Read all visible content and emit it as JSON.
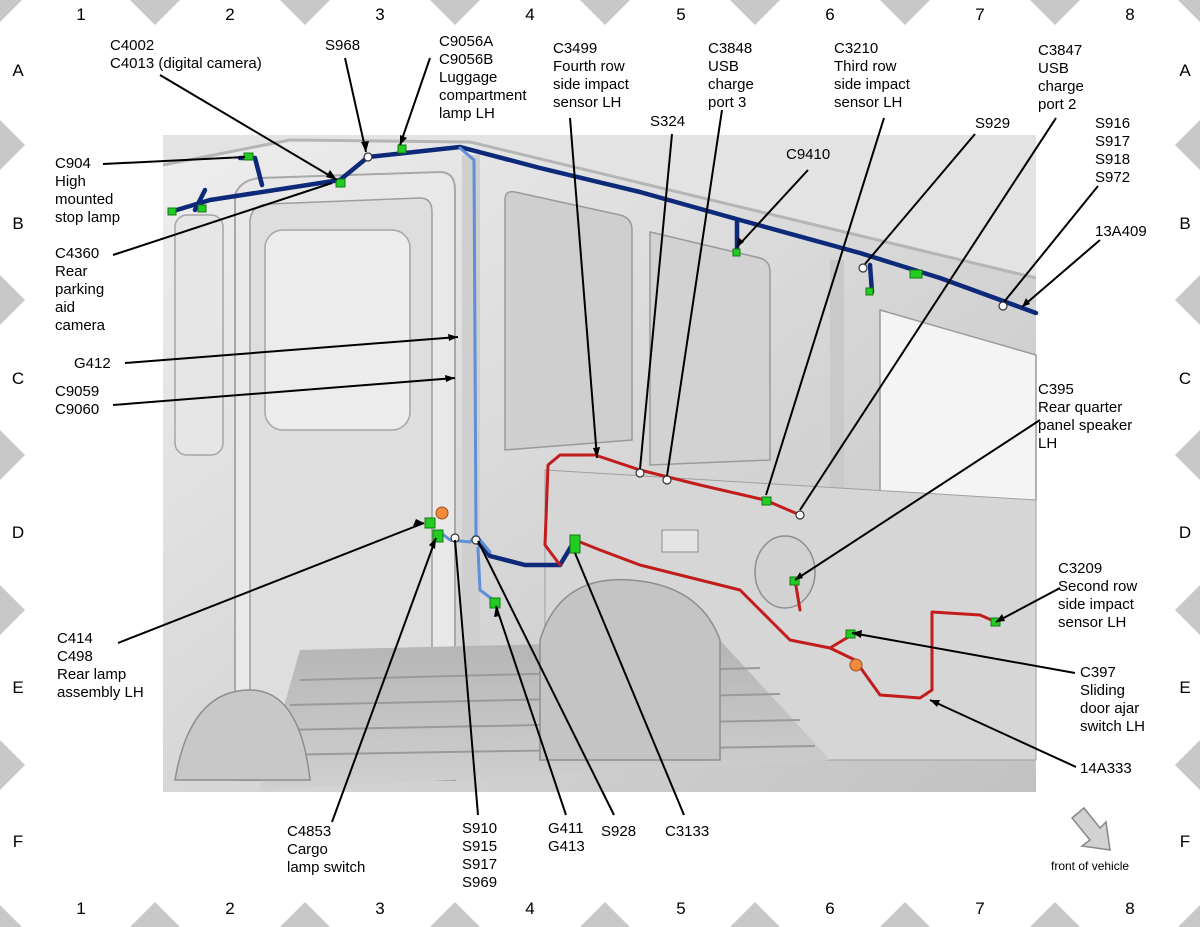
{
  "grid": {
    "columns": [
      "1",
      "2",
      "3",
      "4",
      "5",
      "6",
      "7",
      "8"
    ],
    "rows": [
      "A",
      "B",
      "C",
      "D",
      "E",
      "F"
    ]
  },
  "colors": {
    "overhead_harness": "#0d2a7a",
    "vertical_harness": "#5f8fd6",
    "floor_harness": "#c21c1c",
    "connector": "#22cc22",
    "splice": "#ffffff",
    "body_panel": "#d9d9d9",
    "border_diamond": "#c8c8c8"
  },
  "labels": {
    "c4002": "C4002\nC4013 (digital camera)",
    "s968": "S968",
    "c9056": "C9056A\nC9056B\nLuggage\ncompartment\nlamp LH",
    "c3499": "C3499\nFourth row\nside impact\nsensor LH",
    "c3848": "C3848\nUSB\ncharge\nport 3",
    "c3210": "C3210\nThird row\nside impact\nsensor LH",
    "c3847": "C3847\nUSB\ncharge\nport 2",
    "s324": "S324",
    "s929": "S929",
    "c9410": "C9410",
    "s916": "S916\nS917\nS918\nS972",
    "a13a409": "13A409",
    "c904": "C904\nHigh\nmounted\nstop lamp",
    "c4360": "C4360\nRear\nparking\naid\ncamera",
    "g412": "G412",
    "c9059": "C9059\nC9060",
    "c395": "C395\nRear quarter\npanel speaker\nLH",
    "c3209": "C3209\nSecond row\nside impact\nsensor LH",
    "c414": "C414\nC498\nRear lamp\nassembly LH",
    "c397": "C397\nSliding\ndoor ajar\nswitch LH",
    "a14a333": "14A333",
    "c4853": "C4853\nCargo\nlamp switch",
    "s910": "S910\nS915\nS917\nS969",
    "g411": "G411\nG413",
    "s928": "S928",
    "c3133": "C3133",
    "front_of_vehicle": "front of vehicle"
  }
}
